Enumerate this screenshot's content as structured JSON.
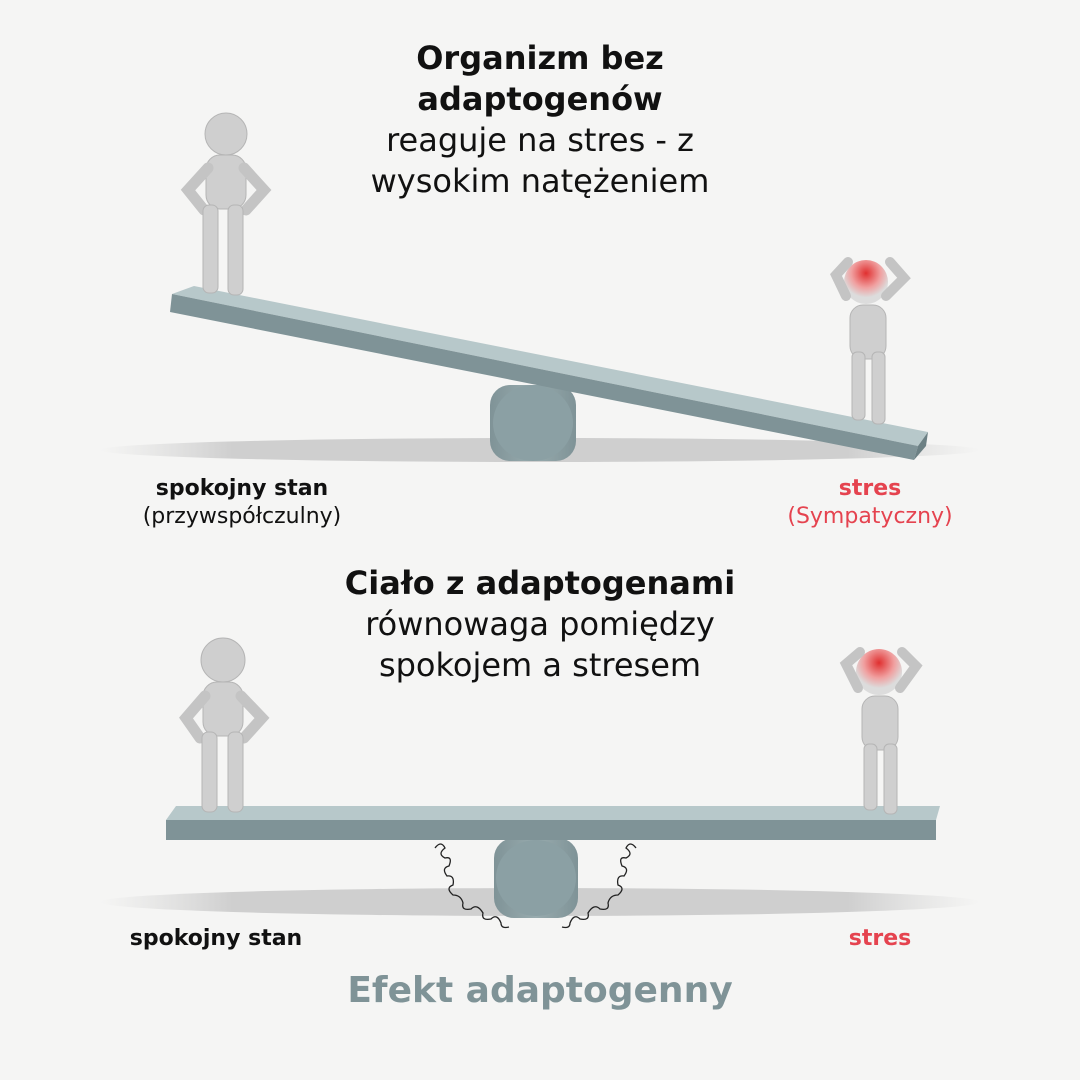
{
  "top": {
    "title_line1": "Organizm bez",
    "title_line2": "adaptogenów",
    "subtitle_line1": "reaguje na stres - z",
    "subtitle_line2": "wysokim natężeniem",
    "left_label": "spokojny stan",
    "left_sublabel": "(przywspółczulny)",
    "right_label": "stres",
    "right_sublabel": "(Sympatyczny)"
  },
  "bottom": {
    "title": "Ciało z adaptogenami",
    "subtitle_line1": "równowaga pomiędzy",
    "subtitle_line2": "spokojem a stresem",
    "left_label": "spokojny stan",
    "right_label": "stres"
  },
  "footer": "Efekt adaptogenny",
  "colors": {
    "accent_red": "#e5434f",
    "footer_gray": "#7f9397",
    "board": "#8ea2a6"
  }
}
